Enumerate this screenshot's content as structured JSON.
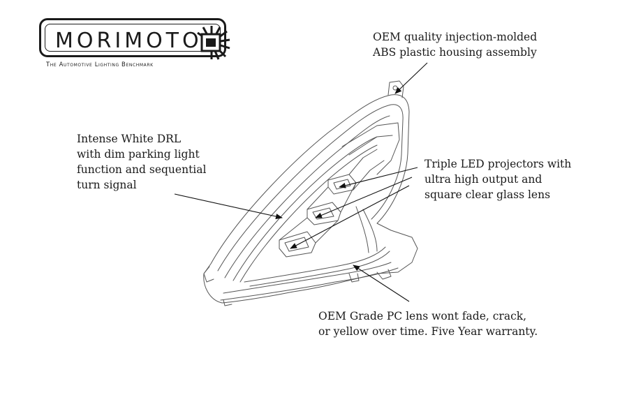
{
  "logo": {
    "brand": "MORIMOTO",
    "tagline": "The Automotive Lighting Benchmark"
  },
  "callouts": {
    "housing": {
      "lines": [
        "OEM quality injection-molded",
        "ABS plastic housing assembly"
      ]
    },
    "drl": {
      "lines": [
        "Intense White DRL",
        "with dim parking light",
        "function and sequential",
        "turn signal"
      ]
    },
    "projectors": {
      "lines": [
        "Triple LED projectors with",
        "ultra high output and",
        "square clear glass lens"
      ]
    },
    "lens": {
      "lines": [
        "OEM Grade PC lens wont fade, crack,",
        "or yellow over time. Five Year warranty."
      ]
    }
  }
}
